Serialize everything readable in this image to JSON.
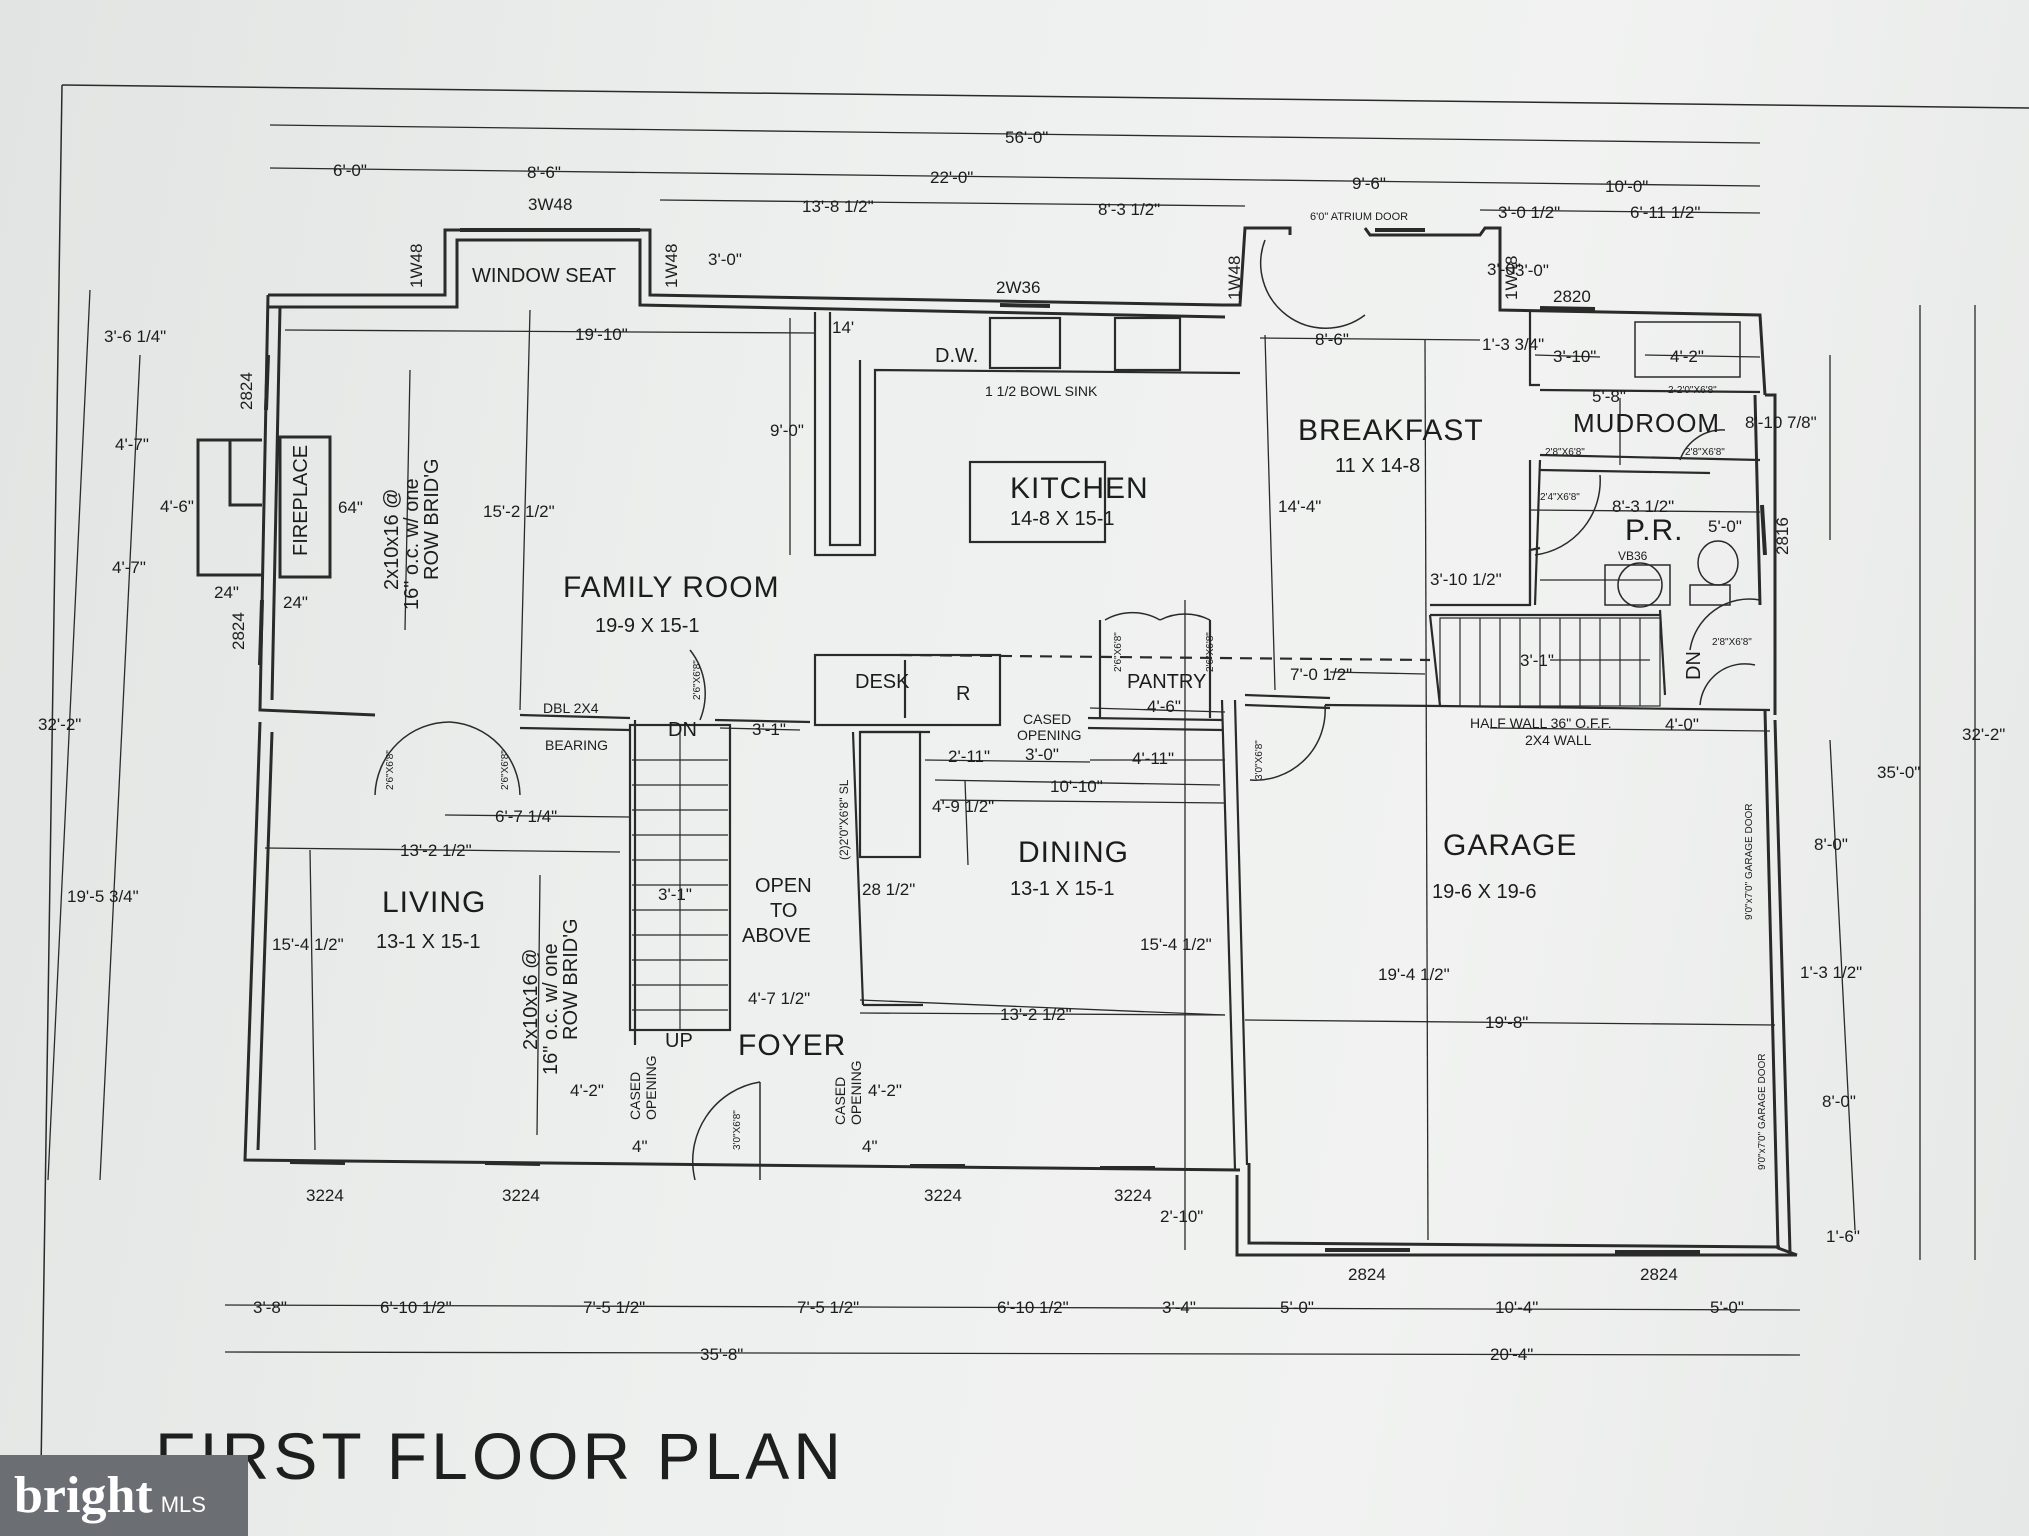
{
  "title": "FIRST FLOOR PLAN",
  "watermark": {
    "brand": "bright",
    "suffix": "MLS"
  },
  "rooms": {
    "family": {
      "name": "FAMILY ROOM",
      "size": "19-9 X 15-1"
    },
    "kitchen": {
      "name": "KITCHEN",
      "size": "14-8 X 15-1"
    },
    "breakfast": {
      "name": "BREAKFAST",
      "size": "11 X 14-8"
    },
    "mudroom": {
      "name": "MUDROOM"
    },
    "powder": {
      "name": "P.R."
    },
    "living": {
      "name": "LIVING",
      "size": "13-1 X 15-1"
    },
    "dining": {
      "name": "DINING",
      "size": "13-1 X 15-1"
    },
    "garage": {
      "name": "GARAGE",
      "size": "19-6 X 19-6"
    },
    "foyer": {
      "name": "FOYER"
    },
    "pantry": {
      "name": "PANTRY"
    },
    "desk": {
      "name": "DESK"
    }
  },
  "labels": {
    "window_seat": "WINDOW SEAT",
    "fireplace": "FIREPLACE",
    "dw": "D.W.",
    "bowl_sink": "1 1/2 BOWL SINK",
    "open_to_above": [
      "OPEN",
      "TO",
      "ABOVE"
    ],
    "dn": "DN",
    "up": "UP",
    "dn2": "DN",
    "r": "R",
    "cased_opening": [
      "CASED",
      "OPENING"
    ],
    "bearing": "BEARING",
    "dbl": "DBL 2X4",
    "half_wall": "HALF WALL 36\" O.F.F.",
    "wall_2x4": "2X4 WALL",
    "atrium": "6'0\" ATRIUM DOOR",
    "vb36": "VB36",
    "joist1": [
      "2x10x16 @",
      "16\" o.c. w/ one",
      "ROW BRID'G"
    ],
    "joist2": [
      "2x10x16 @",
      "16\" o.c. w/ one",
      "ROW BRID'G"
    ],
    "garage_door": "9'0\"x7'0\" GARAGE DOOR",
    "doors": [
      "2'6\"X6'8\"",
      "2'8\"X6'8\"",
      "3'0\"X6'8\"",
      "(2)2'0\"X6'8\" SL",
      "2'4\"X6'8\"",
      "2-2'0\"X6'8\""
    ]
  },
  "windows": [
    "3W48",
    "1W48",
    "1W48",
    "2W36",
    "1W48",
    "1W48",
    "2820",
    "2824",
    "2824",
    "2816",
    "3224",
    "3224",
    "3224",
    "3224",
    "2824",
    "2824"
  ],
  "dimensions": {
    "top_overall": "56'-0\"",
    "top_row1": [
      "6'-0\"",
      "8'-6\"",
      "22'-0\"",
      "9'-6\"",
      "10'-0\""
    ],
    "top_row2": [
      "13'-8 1/2\"",
      "8'-3 1/2\"",
      "3'-0 1/2\"",
      "6'-11 1/2\""
    ],
    "bottom_row": [
      "3'-8\"",
      "6'-10 1/2\"",
      "7'-5 1/2\"",
      "7'-5 1/2\"",
      "6'-10 1/2\"",
      "3'-4\"",
      "5'-0\"",
      "10'-4\"",
      "5'-0\""
    ],
    "bottom_overall": [
      "35'-8\"",
      "20'-4\""
    ],
    "left_outer": "32'-2\"",
    "left_inner": "19'-5 3/4\"",
    "left_segments": [
      "3'-6 1/4\"",
      "4'-7\"",
      "4'-6\"",
      "4'-7\""
    ],
    "right_outer": "32'-2\"",
    "right_35": "35'-0\"",
    "right_segments": [
      "8'-10 7/8\"",
      "8'-0\"",
      "1'-3 1/2\"",
      "8'-0\"",
      "1'-6\""
    ],
    "interior": [
      "3'-0\"",
      "19'-10\"",
      "14'",
      "9'-0\"",
      "15'-2 1/2\"",
      "64\"",
      "24\"",
      "24\"",
      "8'-6\"",
      "3'-0\"",
      "1'-3 3/4\"",
      "3'-10\"",
      "4'-2\"",
      "5'-8\"",
      "14'-4\"",
      "8'-3 1/2\"",
      "5'-0\"",
      "3'-10 1/2\"",
      "3'-1\"",
      "7'-0 1/2\"",
      "4'-6\"",
      "4'-0\"",
      "3'-1\"",
      "2'-11\"",
      "3'-0\"",
      "4'-11\"",
      "10'-10\"",
      "4'-9 1/2\"",
      "6'-7 1/4\"",
      "13'-2 1/2\"",
      "3'-1\"",
      "28 1/2\"",
      "15'-4 1/2\"",
      "15'-4 1/2\"",
      "19'-4 1/2\"",
      "4'-7 1/2\"",
      "13'-2 1/2\"",
      "19'-8\"",
      "4'-2\"",
      "4'-2\"",
      "4\"",
      "4\"",
      "2'-10\"",
      "3'-0\""
    ]
  }
}
